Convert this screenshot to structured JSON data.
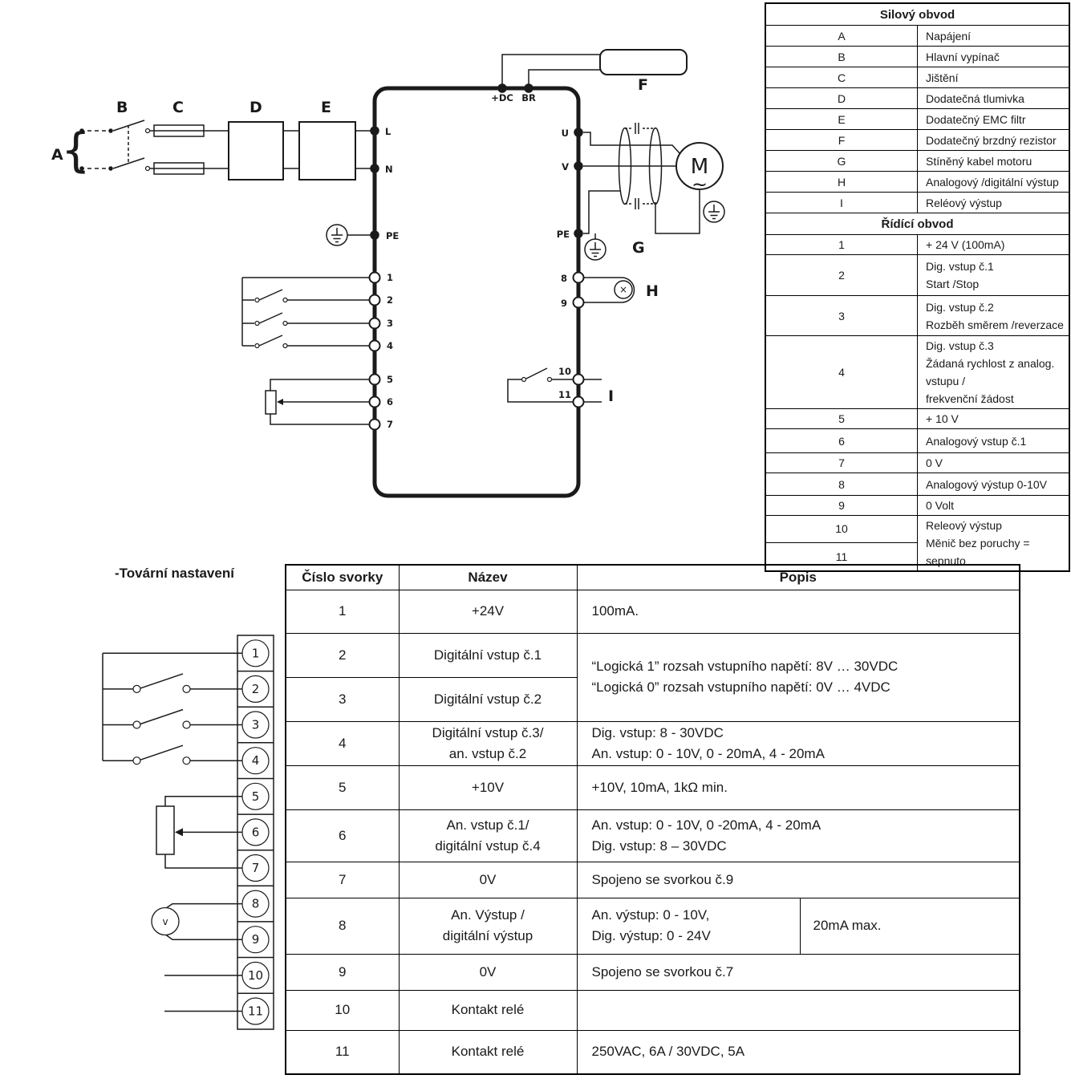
{
  "diagram": {
    "label_a": "A",
    "label_b": "B",
    "label_c": "C",
    "label_d": "D",
    "label_e": "E",
    "label_f": "F",
    "label_g": "G",
    "label_h": "H",
    "label_i": "I",
    "brace": "{",
    "dc_label": "+DC",
    "br_label": "BR",
    "term_l": "L",
    "term_n": "N",
    "term_pe_left": "PE",
    "term_u": "U",
    "term_v": "V",
    "term_pe_right": "PE",
    "left_terms": [
      "1",
      "2",
      "3",
      "4",
      "5",
      "6",
      "7"
    ],
    "term_8": "8",
    "term_9": "9",
    "term_10": "10",
    "term_11": "11",
    "motor_label": "M",
    "motor_wave": "~",
    "h_mark": "×",
    "voltmeter_mark": "v",
    "strip": [
      "1",
      "2",
      "3",
      "4",
      "5",
      "6",
      "7",
      "8",
      "9",
      "10",
      "11"
    ]
  },
  "power_table": {
    "title": "Silový obvod",
    "rows": [
      [
        "A",
        "Napájení"
      ],
      [
        "B",
        "Hlavní vypínač"
      ],
      [
        "C",
        "Jištění"
      ],
      [
        "D",
        "Dodatečná tlumivka"
      ],
      [
        "E",
        "Dodatečný EMC filtr"
      ],
      [
        "F",
        "Dodatečný brzdný rezistor"
      ],
      [
        "G",
        "Stíněný kabel motoru"
      ],
      [
        "H",
        "Analogový /digitální výstup"
      ],
      [
        "I",
        "Reléový výstup"
      ]
    ]
  },
  "control_table": {
    "title": "Řídící obvod",
    "rows": [
      {
        "num": "1",
        "lines": [
          "+ 24 V (100mA)"
        ],
        "h": 23
      },
      {
        "num": "2",
        "lines": [
          "Dig. vstup č.1",
          "Start /Stop"
        ],
        "h": 51
      },
      {
        "num": "3",
        "lines": [
          "Dig. vstup č.2",
          "Rozběh směrem /reverzace"
        ],
        "h": 50
      },
      {
        "num": "4",
        "lines": [
          "Dig. vstup č.3",
          "Žádaná rychlost z analog. vstupu /",
          "frekvenční žádost"
        ],
        "h": 76
      },
      {
        "num": "5",
        "lines": [
          "+ 10 V"
        ],
        "h": 24
      },
      {
        "num": "6",
        "lines": [
          "Analogový vstup č.1"
        ],
        "h": 30
      },
      {
        "num": "7",
        "lines": [
          "0 V"
        ],
        "h": 23
      },
      {
        "num": "8",
        "lines": [
          "Analogový výstup 0-10V"
        ],
        "h": 28
      },
      {
        "num": "9",
        "lines": [
          "0 Volt"
        ],
        "h": 23
      }
    ],
    "relay_rows": {
      "nums": [
        "10",
        "11"
      ],
      "lines": [
        "Releový výstup",
        "Měnič bez poruchy = sepnuto"
      ],
      "h": [
        28,
        30
      ]
    }
  },
  "factory_label": "-Tovární nastavení",
  "terminal_table": {
    "headers": [
      "Číslo svorky",
      "Název",
      "Popis"
    ],
    "merged_desc": [
      "“Logická 1” rozsah vstupního napětí: 8V … 30VDC",
      "“Logická 0” rozsah vstupního napětí: 0V … 4VDC"
    ],
    "rows": [
      {
        "num": "1",
        "name": [
          "+24V"
        ],
        "desc": [
          "100mA."
        ],
        "h": 54
      },
      {
        "num": "2",
        "name": [
          "Digitální vstup č.1"
        ],
        "merge": "start",
        "h": 55
      },
      {
        "num": "3",
        "name": [
          "Digitální vstup č.2"
        ],
        "merge": "skip",
        "h": 55
      },
      {
        "num": "4",
        "name": [
          "Digitální vstup č.3/",
          "an. vstup č.2"
        ],
        "desc": [
          "Dig. vstup: 8 - 30VDC",
          "An. vstup: 0 - 10V, 0 - 20mA, 4 - 20mA"
        ],
        "h": 55
      },
      {
        "num": "5",
        "name": [
          "+10V"
        ],
        "desc": [
          "+10V, 10mA, 1kΩ min."
        ],
        "h": 55
      },
      {
        "num": "6",
        "name": [
          "An. vstup č.1/",
          "digitální vstup č.4"
        ],
        "desc": [
          "An. vstup: 0 - 10V, 0 -20mA, 4 - 20mA",
          "Dig. vstup: 8 – 30VDC"
        ],
        "h": 65
      },
      {
        "num": "7",
        "name": [
          "0V"
        ],
        "desc": [
          "Spojeno se svorkou č.9"
        ],
        "h": 45
      },
      {
        "num": "8",
        "name": [
          "An. Výstup /",
          "digitální výstup"
        ],
        "desc": [
          "An. výstup: 0 - 10V,",
          "Dig. výstup: 0 - 24V"
        ],
        "note": "20mA max.",
        "h": 70
      },
      {
        "num": "9",
        "name": [
          "0V"
        ],
        "desc": [
          "Spojeno se svorkou č.7"
        ],
        "h": 45
      },
      {
        "num": "10",
        "name": [
          "Kontakt relé"
        ],
        "desc": [],
        "h": 50
      },
      {
        "num": "11",
        "name": [
          "Kontakt relé"
        ],
        "desc": [
          "250VAC, 6A / 30VDC, 5A"
        ],
        "h": 55
      }
    ]
  }
}
